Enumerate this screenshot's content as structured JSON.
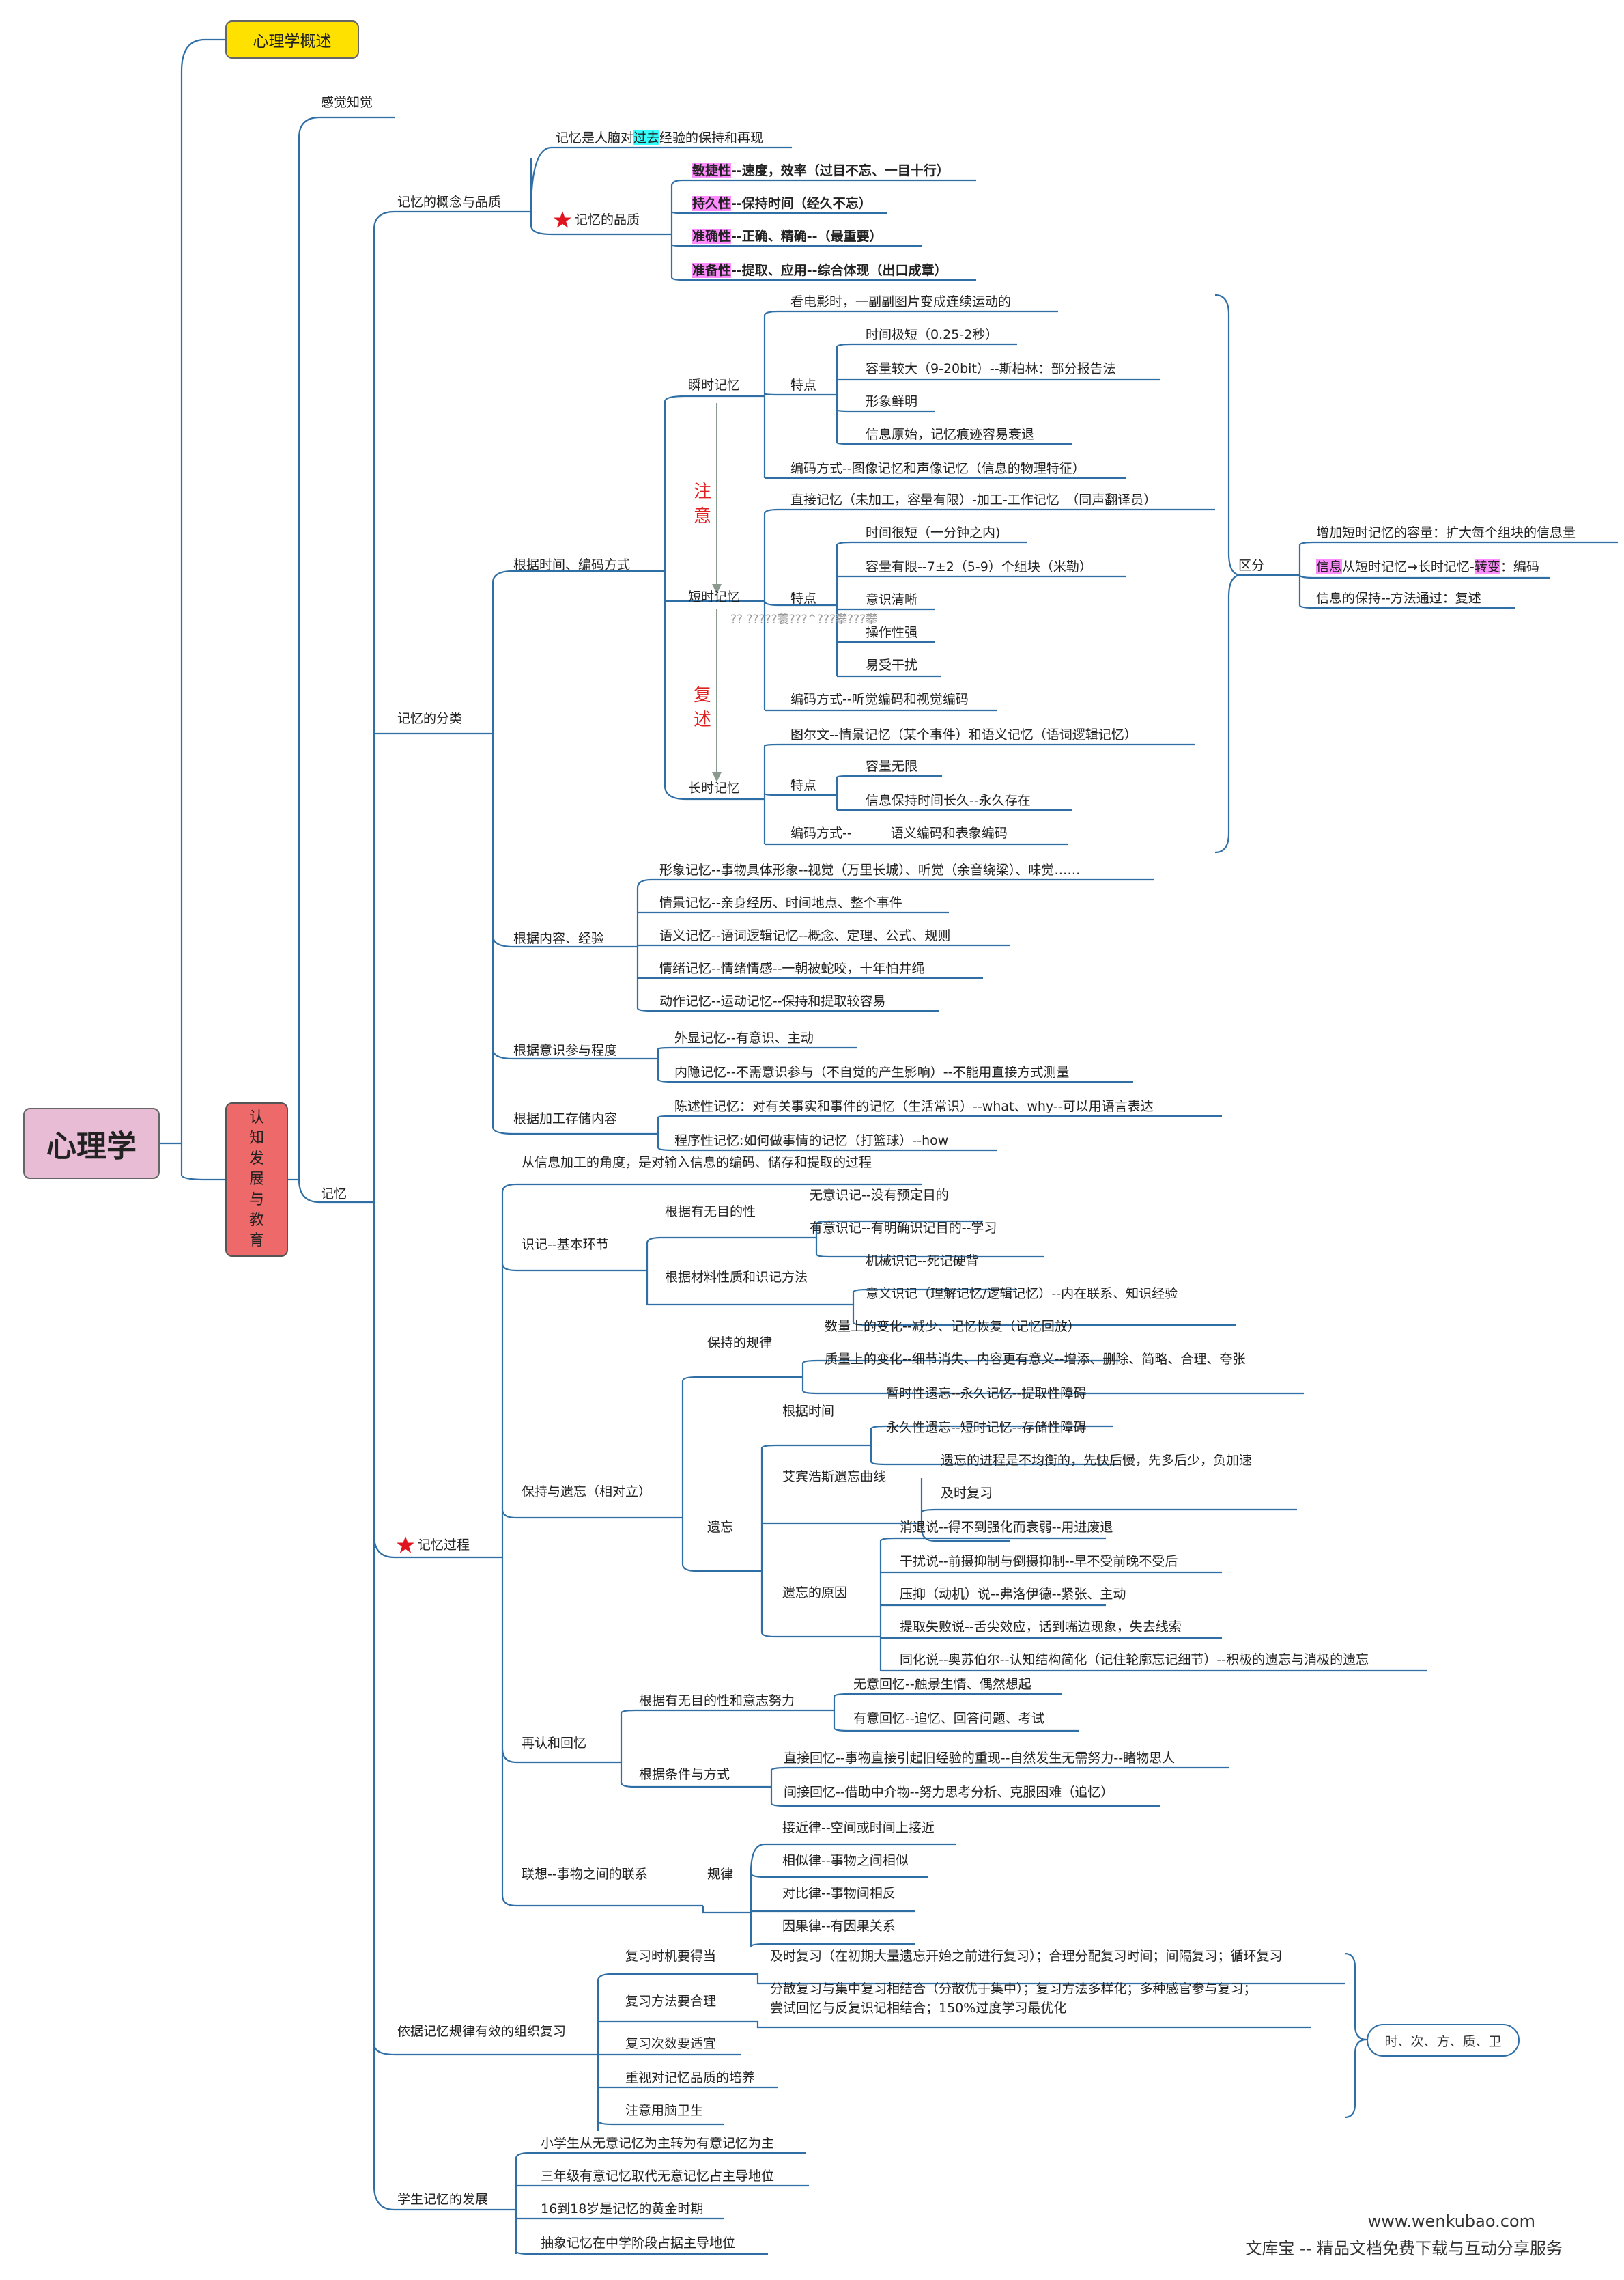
{
  "root": "心理学",
  "topics": {
    "overview": "心理学概述",
    "cognitive": "认知发展与教育"
  },
  "sensation": "感觉知觉",
  "memory": "记忆",
  "concept": {
    "title": "记忆的概念与品质",
    "def_pre": "记忆是人脑对",
    "def_hl": "过去",
    "def_post": "经验的保持和再现",
    "quality_title": "记忆的品质",
    "q": [
      {
        "hl": "敏捷性",
        "rest": "--速度，效率（过目不忘、一目十行）"
      },
      {
        "hl": "持久性",
        "rest": "--保持时间（经久不忘）"
      },
      {
        "hl": "准确性",
        "rest": "--正确、精确--（最重要）"
      },
      {
        "hl": "准备性",
        "rest": "--提取、应用--综合体现（出口成章）"
      }
    ]
  },
  "classify": {
    "title": "记忆的分类",
    "by_time": "根据时间、编码方式",
    "sensory": {
      "title": "瞬时记忆",
      "l1": "看电影时，一副副图片变成连续运动的",
      "trait": "特点",
      "t": [
        "时间极短（0.25-2秒）",
        "容量较大（9-20bit）--斯柏林：部分报告法",
        "形象鲜明",
        "信息原始，记忆痕迹容易衰退"
      ],
      "enc": "编码方式--图像记忆和声像记忆（信息的物理特征）"
    },
    "attention": "注意",
    "short": {
      "title": "短时记忆",
      "l1": "直接记忆（未加工，容量有限）-加工-工作记忆　（同声翻译员）",
      "trait": "特点",
      "t": [
        "时间很短（一分钟之内)",
        "容量有限--7±2（5-9）个组块（米勒）",
        "意识清晰",
        "操作性强",
        "易受干扰"
      ],
      "enc": "编码方式--听觉编码和视觉编码"
    },
    "garble": "?? ?????蓑???^???攀???攀",
    "rehearse": "复述",
    "long": {
      "title": "长时记忆",
      "l1": "图尔文--情景记忆（某个事件）和语义记忆（语词逻辑记忆）",
      "trait": "特点",
      "t": [
        "容量无限",
        "信息保持时间长久--永久存在"
      ],
      "enc": "编码方式--　　　语义编码和表象编码"
    },
    "distinguish": {
      "title": "区分",
      "a": "增加短时记忆的容量：扩大每个组块的信息量",
      "b1": "信息",
      "b2": "从短时记忆→长时记忆-",
      "b3": "转变",
      "b4": "：编码",
      "c": "信息的保持--方法通过：复述"
    },
    "by_content": "根据内容、经验",
    "content": [
      "形象记忆--事物具体形象--视觉（万里长城）、听觉（余音绕梁）、味觉……",
      "情景记忆--亲身经历、时间地点、整个事件",
      "语义记忆--语词逻辑记忆--概念、定理、公式、规则",
      "情绪记忆--情绪情感--一朝被蛇咬，十年怕井绳",
      "动作记忆--运动记忆--保持和提取较容易"
    ],
    "by_conscious": "根据意识参与程度",
    "conscious": [
      "外显记忆--有意识、主动",
      "内隐记忆--不需意识参与（不自觉的产生影响）--不能用直接方式测量"
    ],
    "by_store": "根据加工存储内容",
    "store": [
      "陈述性记忆：对有关事实和事件的记忆（生活常识）--what、why--可以用语言表达",
      "程序性记忆:如何做事情的记忆（打篮球）--how"
    ]
  },
  "process": {
    "title": "记忆过程",
    "intro": "从信息加工的角度，是对输入信息的编码、储存和提取的过程",
    "encode": {
      "title": "识记--基本环节",
      "by_purpose": "根据有无目的性",
      "p": [
        "无意识记--没有预定目的",
        "有意识记--有明确识记目的--学习"
      ],
      "by_method": "根据材料性质和识记方法",
      "m": [
        "机械识记--死记硬背",
        "意义识记（理解记忆/逻辑记忆）--内在联系、知识经验"
      ]
    },
    "retain": {
      "title": "保持与遗忘（相对立）",
      "law": "保持的规律",
      "law_items": [
        "数量上的变化--减少、记忆恢复（记忆回放）",
        "质量上的变化--细节消失、内容更有意义--增添、删除、简略、合理、夸张"
      ],
      "forget": "遗忘",
      "by_time": "根据时间",
      "time_items": [
        "暂时性遗忘--永久记忆--提取性障碍",
        "永久性遗忘--短时记忆--存储性障碍"
      ],
      "curve": "艾宾浩斯遗忘曲线",
      "curve_items": [
        "遗忘的进程是不均衡的，先快后慢，先多后少，负加速",
        "及时复习"
      ],
      "cause": "遗忘的原因",
      "cause_items": [
        "消退说--得不到强化而衰弱--用进废退",
        "干扰说--前摄抑制与倒摄抑制--早不受前晚不受后",
        "压抑（动机）说--弗洛伊德--紧张、主动",
        "提取失败说--舌尖效应，话到嘴边现象，失去线索",
        "同化说--奥苏伯尔--认知结构简化（记住轮廓忘记细节）--积极的遗忘与消极的遗忘"
      ]
    },
    "recall": {
      "title": "再认和回忆",
      "by_purpose": "根据有无目的性和意志努力",
      "p": [
        "无意回忆--触景生情、偶然想起",
        "有意回忆--追忆、回答问题、考试"
      ],
      "by_cond": "根据条件与方式",
      "c": [
        "直接回忆--事物直接引起旧经验的重现--自然发生无需努力--睹物思人",
        "间接回忆--借助中介物--努力思考分析、克服困难（追忆）"
      ]
    },
    "assoc": {
      "title": "联想--事物之间的联系",
      "law": "规律",
      "items": [
        "接近律--空间或时间上接近",
        "相似律--事物之间相似",
        "对比律--事物间相反",
        "因果律--有因果关系"
      ]
    }
  },
  "organize": {
    "title": "依据记忆规律有效的组织复习",
    "timing": "复习时机要得当",
    "timing_d": "及时复习（在初期大量遗忘开始之前进行复习）；合理分配复习时间；间隔复习；循环复习",
    "method": "复习方法要合理",
    "method_d1": "分散复习与集中复习相结合（分散优于集中）；复习方法多样化；多种感官参与复习；",
    "method_d2": "尝试回忆与反复识记相结合；150%过度学习最优化",
    "count": "复习次数要适宜",
    "quality": "重视对记忆品质的培养",
    "hygiene": "注意用脑卫生",
    "summary": "时、次、方、质、卫"
  },
  "develop": {
    "title": "学生记忆的发展",
    "items": [
      "小学生从无意记忆为主转为有意记忆为主",
      "三年级有意记忆取代无意记忆占主导地位",
      "16到18岁是记忆的黄金时期",
      "抽象记忆在中学阶段占据主导地位"
    ]
  },
  "watermark": {
    "url": "www.wenkubao.com",
    "slogan": "文库宝 -- 精品文档免费下载与互动分享服务"
  },
  "colors": {
    "line": "#2f6fa5",
    "root": "#e8bcd5",
    "topic1": "#ffe100",
    "topic2": "#ee6a6a",
    "highlight": "#ff8cff",
    "cyan": "#33ffff",
    "star": "#e0141e"
  }
}
